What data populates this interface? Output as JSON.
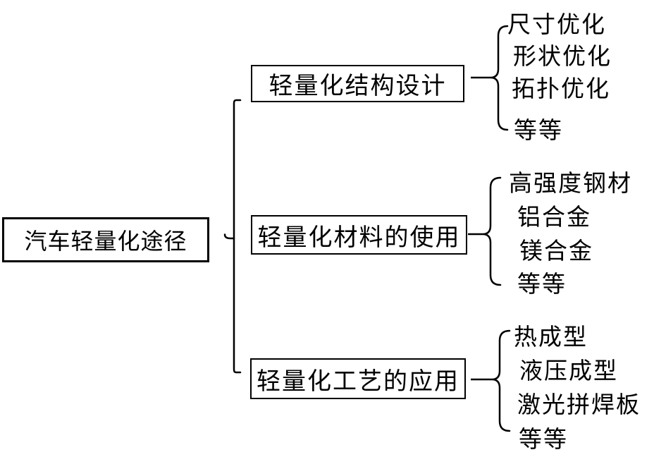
{
  "diagram": {
    "root": {
      "label": "汽车轻量化途径"
    },
    "branches": [
      {
        "label": "轻量化结构设计",
        "leaves": [
          "尺寸优化",
          "形状优化",
          "拓扑优化",
          "等等"
        ]
      },
      {
        "label": "轻量化材料的使用",
        "leaves": [
          "高强度钢材",
          "铝合金",
          "镁合金",
          "等等"
        ]
      },
      {
        "label": "轻量化工艺的应用",
        "leaves": [
          "热成型",
          "液压成型",
          "激光拼焊板",
          "等等"
        ]
      }
    ],
    "colors": {
      "line": "#000000",
      "text": "#000000",
      "background": "#ffffff"
    }
  }
}
